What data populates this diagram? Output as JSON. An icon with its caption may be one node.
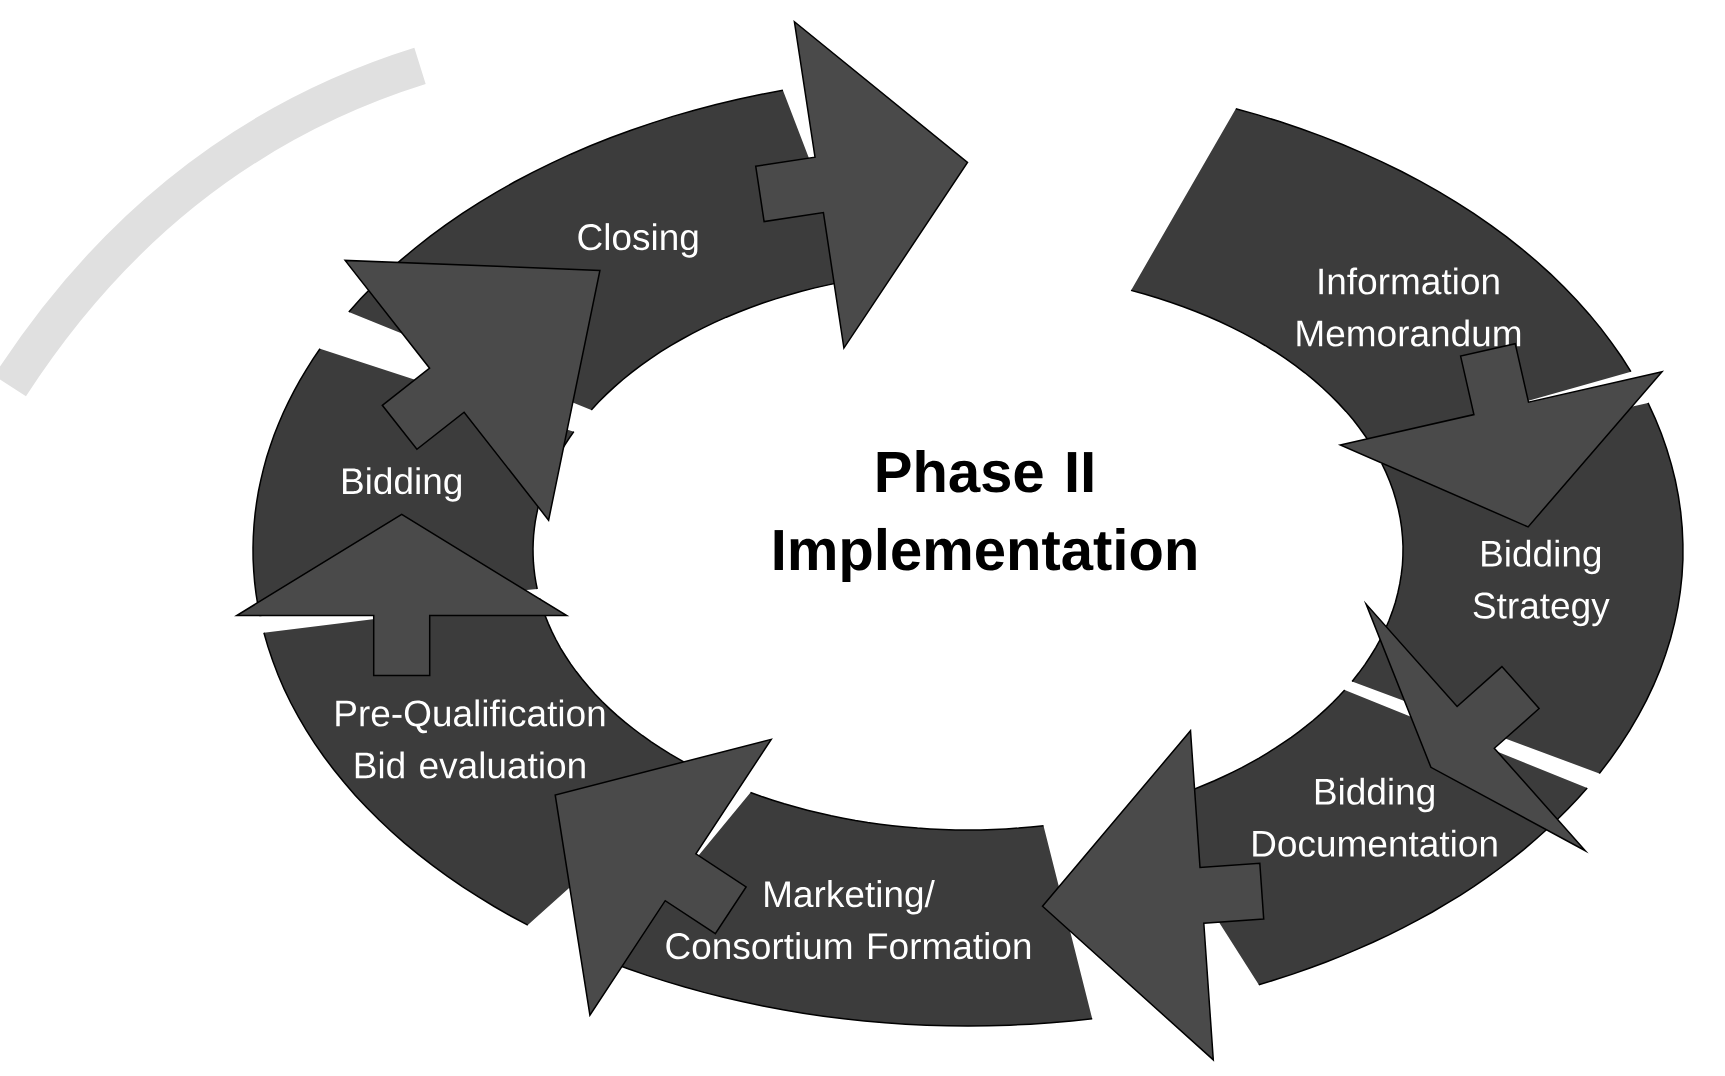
{
  "diagram": {
    "nodes": [
      {
        "text": [
          "Information Memorandum"
        ]
      },
      {
        "text": [
          "Bidding Strategy"
        ]
      },
      {
        "text": [
          "Bidding Documentation"
        ]
      },
      {
        "text": [
          "Marketing/ Consortium Formation"
        ]
      },
      {
        "text": [
          "Pre-Qualification Bid evaluation"
        ]
      },
      {
        "text": [
          "Bidding"
        ]
      },
      {
        "text": [
          "Closing"
        ]
      }
    ],
    "edges": [
      {
        "from": 0,
        "to": 1,
        "arrow": "to"
      },
      {
        "from": 1,
        "to": 2,
        "arrow": "to"
      },
      {
        "from": 2,
        "to": 3,
        "arrow": "to"
      },
      {
        "from": 3,
        "to": 4,
        "arrow": "to"
      },
      {
        "from": 4,
        "to": 5,
        "arrow": "to"
      },
      {
        "from": 5,
        "to": 6,
        "arrow": "to"
      },
      {
        "from": 6,
        "to": null,
        "arrow": "to"
      }
    ],
    "labels": [
      "Phase II Implementation"
    ]
  }
}
